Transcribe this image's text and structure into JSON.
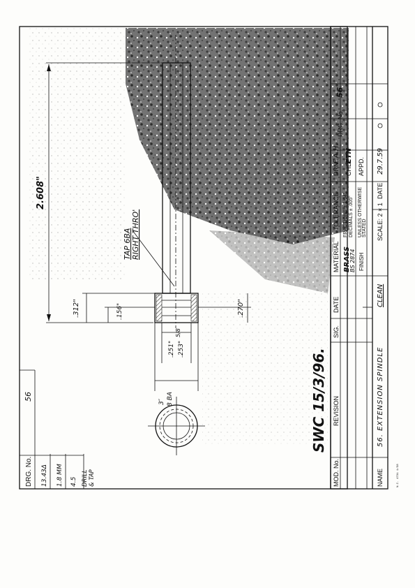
{
  "top_block": {
    "drg_no_label": "DRG. No.",
    "drg_no_value": "56",
    "col_values": [
      "13.43Δ",
      "1.8 MM",
      "4.5",
      "DRILL",
      "& TAP"
    ]
  },
  "dimensions": {
    "overall_length": "2.608\"",
    "head_length": ".312\"",
    "counterbore_depth": ".156\"",
    "shank_dia": ".270\"",
    "dia_min": ".251\"",
    "dia_max": ".253\"",
    "thread_dia_a": "3″",
    "thread_dia_b": "8 BA",
    "size_marker": "5/8",
    "tap_note_1": "TAP 6BA",
    "tap_note_2": "RIGHT THRO'"
  },
  "signature": "SWC 15/3/96.",
  "title_block": {
    "mod_no_label": "MOD. No.",
    "revision_label": "REVISION",
    "sig_label": "SIG.",
    "date_label": "DATE",
    "material_label": "MATERIAL",
    "material_value_1": "BRASS",
    "material_value_2": "BS 2874",
    "finish_label": "FINISH",
    "finish_value": "CLEAN",
    "tolerance_label": "TOLERANCE",
    "fractions": "FRACTIONS ± 1/64\"",
    "decimals": "DECIMALS ± .005\"",
    "unless_1": "UNLESS OTHERWISE",
    "unless_2": "STATED",
    "scale": "SCALE: 2 × 1",
    "drn_label": "DRN.",
    "drn_value": "F.A.H.",
    "chd_label": "CHD.",
    "chd_value": "ETN",
    "appd_label": "APPD.",
    "date2_label": "DATE",
    "date2_value": "29.7.59",
    "drg_no_label": "DRG. No.",
    "drg_no_value": "56",
    "name_label": "NAME",
    "name_value": "56. EXTENSION SPINDLE",
    "printer_mark": "N.I. 4731 1/58"
  }
}
